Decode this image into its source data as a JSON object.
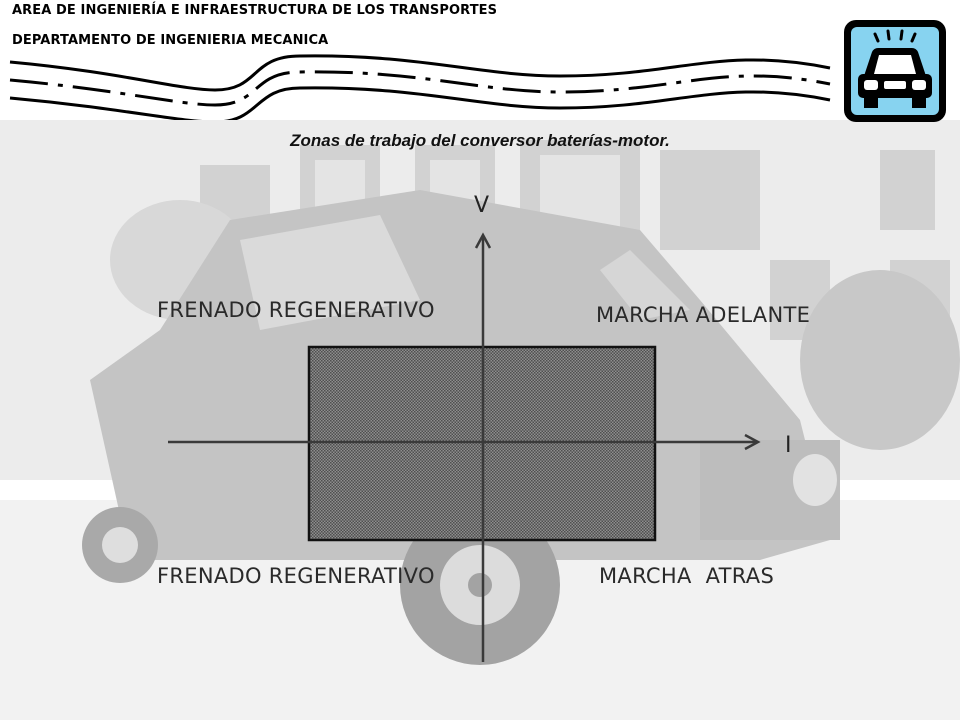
{
  "header": {
    "line1": "AREA DE INGENIERÍA E INFRAESTRUCTURA DE LOS TRANSPORTES",
    "line2": "DEPARTAMENTO DE INGENIERIA MECANICA"
  },
  "title": "Zonas de trabajo del conversor baterías-motor.",
  "diagram": {
    "axis_v_label": "V",
    "axis_i_label": "I",
    "quadrants": {
      "top_left": "FRENADO REGENERATIVO",
      "top_right": "MARCHA ADELANTE",
      "bottom_left": "FRENADO REGENERATIVO",
      "bottom_right": "MARCHA  ATRAS"
    }
  },
  "colors": {
    "logo_background": "#87d3f0",
    "zone_fill": "#808080",
    "axis": "#3a3a3a"
  },
  "icons": {
    "logo": "car-front-icon",
    "road": "road-decoration-icon"
  }
}
